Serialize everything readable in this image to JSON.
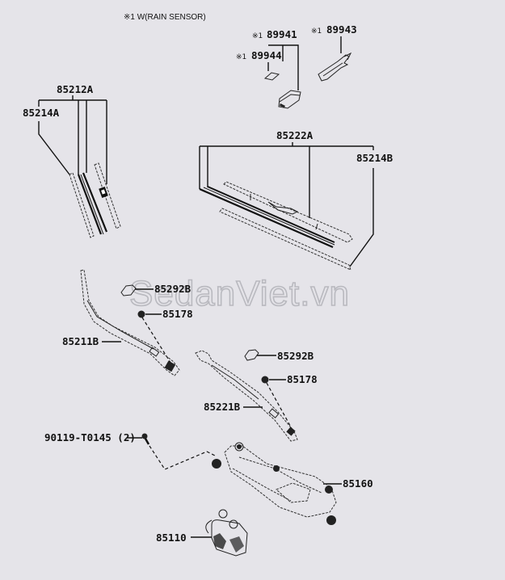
{
  "diagram": {
    "note": "※1 W(RAIN SENSOR)",
    "watermark": "SedanViet.vn",
    "note_mark": "※1",
    "parts": {
      "p89941": "89941",
      "p89943": "89943",
      "p89944": "89944",
      "p85212A": "85212A",
      "p85214A": "85214A",
      "p85222A": "85222A",
      "p85214B": "85214B",
      "p85292B_1": "85292B",
      "p85178_1": "85178",
      "p85211B": "85211B",
      "p85292B_2": "85292B",
      "p85178_2": "85178",
      "p85221B": "85221B",
      "p90119": "90119-T0145 (2)",
      "p85160": "85160",
      "p85110": "85110"
    }
  }
}
